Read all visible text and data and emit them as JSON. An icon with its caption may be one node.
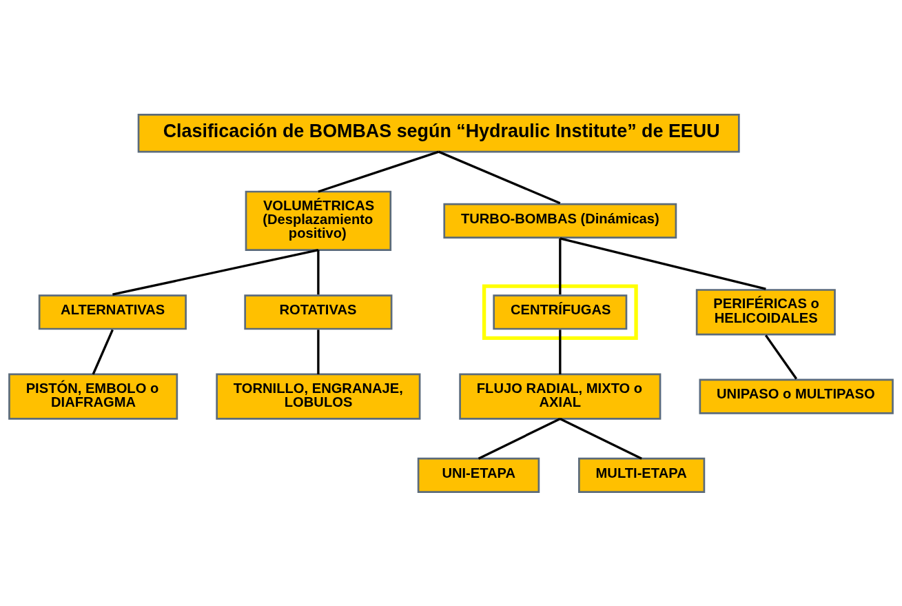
{
  "diagram": {
    "nodes": [
      {
        "text": [
          "Clasificación de BOMBAS según “Hydraulic Institute” de EEUU"
        ]
      },
      {
        "text": [
          "VOLUMÉTRICAS (Desplazamiento positivo)"
        ]
      },
      {
        "text": [
          "TURBO-BOMBAS (Dinámicas)"
        ]
      },
      {
        "text": [
          "ALTERNATIVAS"
        ]
      },
      {
        "text": [
          "ROTATIVAS"
        ]
      },
      {
        "text": [],
        "shape": "box"
      },
      {
        "text": [
          "CENTRÍFUGAS"
        ],
        "in": 5
      },
      {
        "text": [
          "PERIFÉRICAS o HELICOIDALES"
        ]
      },
      {
        "text": [
          "PISTÓN, EMBOLO o DIAFRAGMA"
        ]
      },
      {
        "text": [
          "TORNILLO, ENGRANAJE, LOBULOS"
        ]
      },
      {
        "text": [
          "FLUJO RADIAL, MIXTO o AXIAL"
        ]
      },
      {
        "text": [
          "UNIPASO o MULTIPASO"
        ]
      },
      {
        "text": [
          "UNI-ETAPA"
        ]
      },
      {
        "text": [
          "MULTI-ETAPA"
        ]
      }
    ],
    "edges": [
      {
        "from": 0,
        "to": 1,
        "arrow": "none"
      },
      {
        "from": 0,
        "to": 2,
        "arrow": "none"
      },
      {
        "from": 1,
        "to": 3,
        "arrow": "none"
      },
      {
        "from": 1,
        "to": 4,
        "arrow": "none"
      },
      {
        "from": 2,
        "to": 6,
        "arrow": "none"
      },
      {
        "from": 2,
        "to": 7,
        "arrow": "none"
      },
      {
        "from": 3,
        "to": 8,
        "arrow": "none"
      },
      {
        "from": 4,
        "to": 9,
        "arrow": "none"
      },
      {
        "from": 6,
        "to": 10,
        "arrow": "none"
      },
      {
        "from": 7,
        "to": 11,
        "arrow": "none"
      },
      {
        "from": 10,
        "to": 12,
        "arrow": "none"
      },
      {
        "from": 10,
        "to": 13,
        "arrow": "none"
      }
    ]
  }
}
